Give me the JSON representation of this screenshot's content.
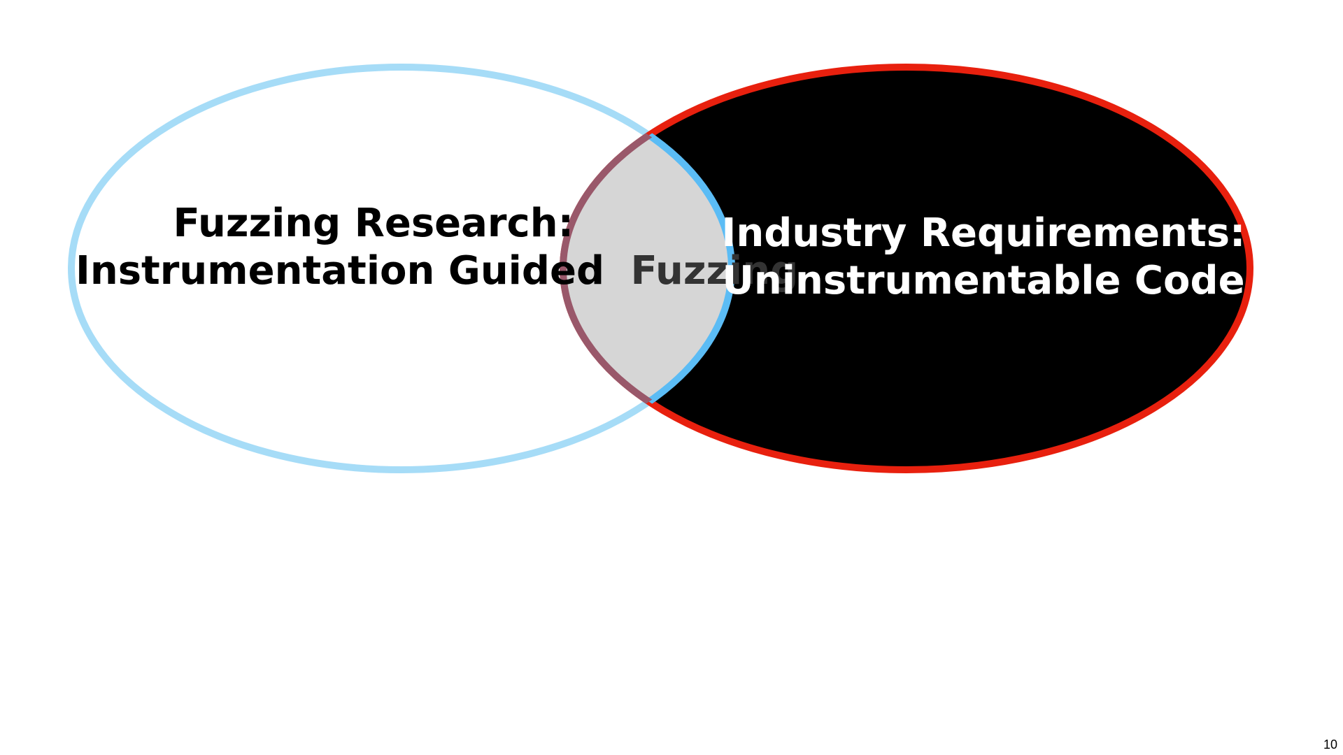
{
  "venn": {
    "left_circle": {
      "line1": "Fuzzing Research:",
      "line2_part1": "Instrumentation Guided",
      "line2_part2": "Fuzzing",
      "stroke_color": "#a6dcf7",
      "fill_color": "#ffffff",
      "text_color": "#000000"
    },
    "right_circle": {
      "line1": "Industry Requirements:",
      "line2": "Uninstrumentable Code",
      "stroke_color": "#e8200e",
      "fill_color": "#000000",
      "text_color": "#ffffff"
    },
    "overlap": {
      "fill_color": "#d6d6d6",
      "left_edge_color": "#5bbcf5",
      "right_edge_color": "#99586a",
      "text_color": "#333333"
    }
  },
  "footer": {
    "page_number": "10"
  }
}
